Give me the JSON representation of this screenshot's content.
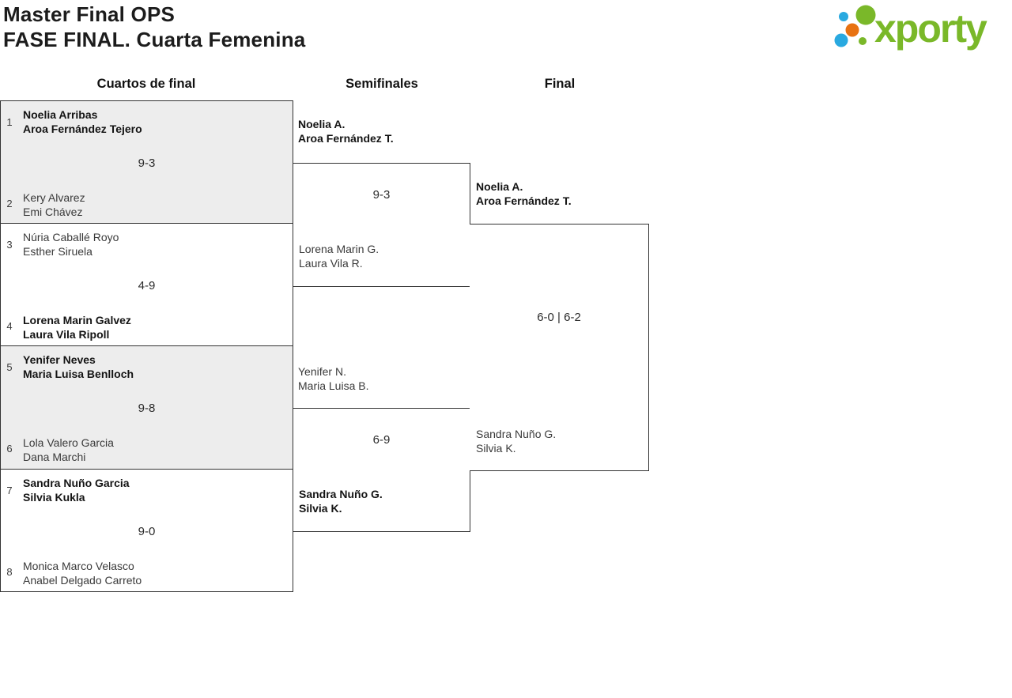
{
  "page": {
    "title_line1": "Master Final OPS",
    "title_line2": "FASE FINAL. Cuarta Femenina"
  },
  "logo": {
    "text": "xporty",
    "dots": [
      {
        "name": "small-blue-dot",
        "color": "#29a9e0"
      },
      {
        "name": "large-green-dot",
        "color": "#7ab829"
      },
      {
        "name": "orange-dot",
        "color": "#e87211"
      },
      {
        "name": "bottom-blue-dot",
        "color": "#29a9e0"
      },
      {
        "name": "small-green-dot",
        "color": "#7ab829"
      }
    ]
  },
  "colors": {
    "brand_green": "#7ab829",
    "brand_blue": "#29a9e0",
    "brand_orange": "#e87211",
    "box_gray": "#ededed",
    "border": "#333333"
  },
  "round_headers": [
    {
      "label": "Cuartos de final"
    },
    {
      "label": "Semifinales"
    },
    {
      "label": "Final"
    }
  ],
  "quarterfinals": [
    {
      "seed_top": "1",
      "team_top_line1": "Noelia Arribas",
      "team_top_line2": "Aroa Fernández Tejero",
      "top_is_winner": true,
      "score": "9-3",
      "seed_bottom": "2",
      "team_bottom_line1": "Kery Alvarez",
      "team_bottom_line2": "Emi Chávez",
      "bottom_is_winner": false
    },
    {
      "seed_top": "3",
      "team_top_line1": "Núria Caballé Royo",
      "team_top_line2": "Esther Siruela",
      "top_is_winner": false,
      "score": "4-9",
      "seed_bottom": "4",
      "team_bottom_line1": "Lorena Marin Galvez",
      "team_bottom_line2": "Laura Vila Ripoll",
      "bottom_is_winner": true
    },
    {
      "seed_top": "5",
      "team_top_line1": "Yenifer Neves",
      "team_top_line2": "Maria Luisa Benlloch",
      "top_is_winner": true,
      "score": "9-8",
      "seed_bottom": "6",
      "team_bottom_line1": "Lola Valero Garcia",
      "team_bottom_line2": "Dana Marchi",
      "bottom_is_winner": false
    },
    {
      "seed_top": "7",
      "team_top_line1": "Sandra Nuño Garcia",
      "team_top_line2": "Silvia Kukla",
      "top_is_winner": true,
      "score": "9-0",
      "seed_bottom": "8",
      "team_bottom_line1": "Monica Marco Velasco",
      "team_bottom_line2": "Anabel Delgado Carreto",
      "bottom_is_winner": false
    }
  ],
  "semifinals": [
    {
      "team_top_line1": "Noelia A.",
      "team_top_line2": "Aroa Fernández T.",
      "top_is_winner": true,
      "score": "9-3",
      "team_bottom_line1": "Lorena Marin G.",
      "team_bottom_line2": "Laura Vila R.",
      "bottom_is_winner": false
    },
    {
      "team_top_line1": "Yenifer N.",
      "team_top_line2": "Maria Luisa B.",
      "top_is_winner": false,
      "score": "6-9",
      "team_bottom_line1": "Sandra Nuño G.",
      "team_bottom_line2": "Silvia K.",
      "bottom_is_winner": true
    }
  ],
  "final": {
    "team_top_line1": "Noelia A.",
    "team_top_line2": "Aroa Fernández T.",
    "top_is_winner": true,
    "score": "6-0 | 6-2",
    "team_bottom_line1": "Sandra Nuño G.",
    "team_bottom_line2": "Silvia K.",
    "bottom_is_winner": false
  }
}
